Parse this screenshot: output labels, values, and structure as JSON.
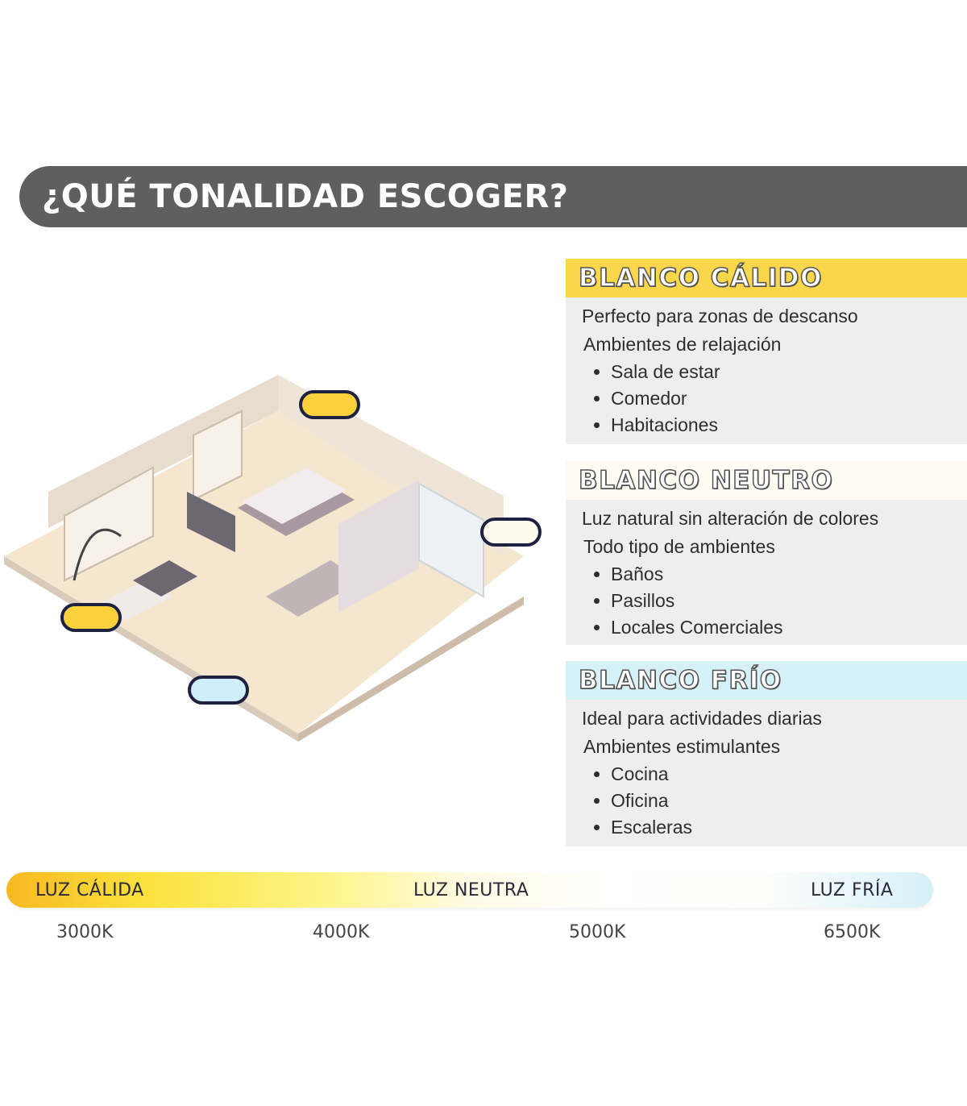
{
  "header": {
    "title": "¿QUÉ TONALIDAD ESCOGER?"
  },
  "illustration": {
    "icon": "isometric-apartment-illustration",
    "markers": [
      {
        "name": "bedroom",
        "color": "#f9d23b"
      },
      {
        "name": "bathroom",
        "color": "#fdfbf0"
      },
      {
        "name": "living-room",
        "color": "#f9d23b"
      },
      {
        "name": "kitchen",
        "color": "#cdeefa"
      }
    ]
  },
  "panels": [
    {
      "title": "BLANCO CÁLIDO",
      "color": "#f9d64a",
      "line1": "Perfecto para zonas de descanso",
      "line2": "Ambientes de relajación",
      "items": [
        "Sala de estar",
        "Comedor",
        "Habitaciones"
      ]
    },
    {
      "title": "BLANCO NEUTRO",
      "color": "#fdfbf2",
      "line1": "Luz natural sin alteración de colores",
      "line2": "Todo tipo de ambientes",
      "items": [
        "Baños",
        "Pasillos",
        "Locales Comerciales"
      ]
    },
    {
      "title": "BLANCO FRÍO",
      "color": "#d6f1f8",
      "line1": "Ideal para actividades diarias",
      "line2": "Ambientes estimulantes",
      "items": [
        "Cocina",
        "Oficina",
        "Escaleras"
      ]
    }
  ],
  "scale": {
    "labels": [
      "LUZ CÁLIDA",
      "LUZ NEUTRA",
      "LUZ FRÍA"
    ],
    "kelvin": [
      "3000K",
      "4000K",
      "5000K",
      "6500K"
    ]
  }
}
